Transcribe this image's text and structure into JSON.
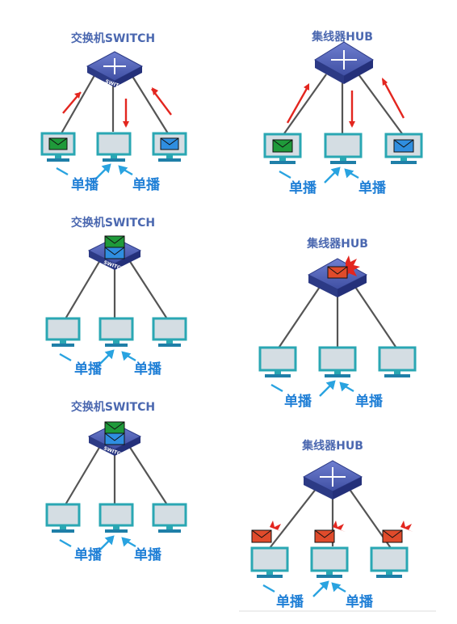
{
  "colors": {
    "device": "#3f4fa3",
    "monitor_frame": "#2aa7b3",
    "monitor_screen": "#d4dde3",
    "cable": "#555555",
    "red_arrow": "#e3261f",
    "blue_arrow": "#29a3e0",
    "envelope_green": "#1f9a3a",
    "envelope_blue": "#2f8ee0",
    "envelope_red": "#e04b2b",
    "label": "#1f7fd6",
    "title": "#4b68b0"
  },
  "panels": [
    {
      "id": "switch-1",
      "title": "交换机SWITCH",
      "device": "switch",
      "device_text": "SWITCH",
      "labels": [
        "单播",
        "单播"
      ]
    },
    {
      "id": "hub-1",
      "title": "集线器HUB",
      "device": "hub",
      "labels": [
        "单播",
        "单播"
      ]
    },
    {
      "id": "switch-2",
      "title": "交换机SWITCH",
      "device": "switch",
      "device_text": "SWITCH",
      "labels": [
        "单播",
        "单播"
      ]
    },
    {
      "id": "hub-2",
      "title": "集线器HUB",
      "device": "hub",
      "labels": [
        "单播",
        "单播"
      ]
    },
    {
      "id": "switch-3",
      "title": "交换机SWITCH",
      "device": "switch",
      "device_text": "SWITCH",
      "labels": [
        "单播",
        "单播"
      ]
    },
    {
      "id": "hub-3",
      "title": "集线器HUB",
      "device": "hub",
      "labels": [
        "单播",
        "单播"
      ]
    }
  ]
}
